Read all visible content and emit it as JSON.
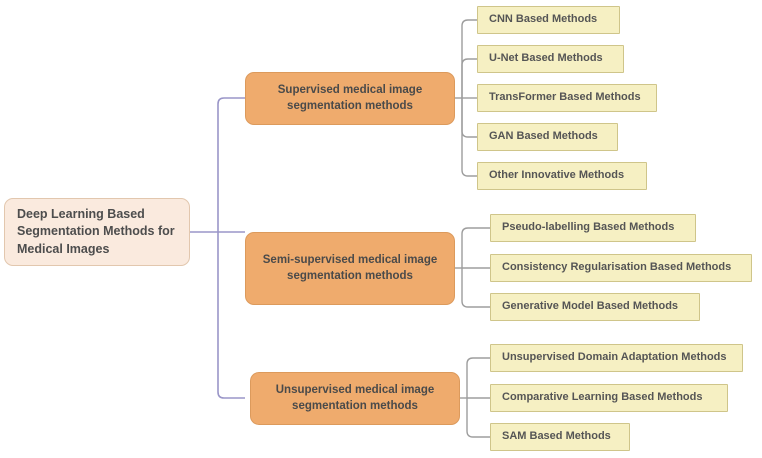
{
  "diagram": {
    "type": "mind-map",
    "background_color": "#ffffff",
    "colors": {
      "root_fill": "#faeade",
      "root_border": "#e2c7ae",
      "branch_fill": "#efab6d",
      "branch_border": "#dc9a5c",
      "leaf_fill": "#f6f0c3",
      "leaf_border": "#cfc58a",
      "branch_connector": "#9a96c8",
      "leaf_connector": "#9d9d9d",
      "text": "#555555"
    },
    "root": {
      "label": "Deep Learning Based Segmentation Methods for Medical Images"
    },
    "branches": [
      {
        "label": "Supervised medical image segmentation methods",
        "leaves": [
          {
            "label": "CNN Based Methods"
          },
          {
            "label": "U-Net Based Methods"
          },
          {
            "label": "TransFormer Based Methods"
          },
          {
            "label": "GAN Based Methods"
          },
          {
            "label": "Other Innovative Methods"
          }
        ]
      },
      {
        "label": "Semi-supervised medical image segmentation methods",
        "leaves": [
          {
            "label": "Pseudo-labelling Based Methods"
          },
          {
            "label": "Consistency Regularisation Based Methods"
          },
          {
            "label": "Generative Model Based Methods"
          }
        ]
      },
      {
        "label": "Unsupervised medical image segmentation methods",
        "leaves": [
          {
            "label": "Unsupervised Domain Adaptation Methods"
          },
          {
            "label": "Comparative Learning Based Methods"
          },
          {
            "label": "SAM Based Methods"
          }
        ]
      }
    ]
  }
}
